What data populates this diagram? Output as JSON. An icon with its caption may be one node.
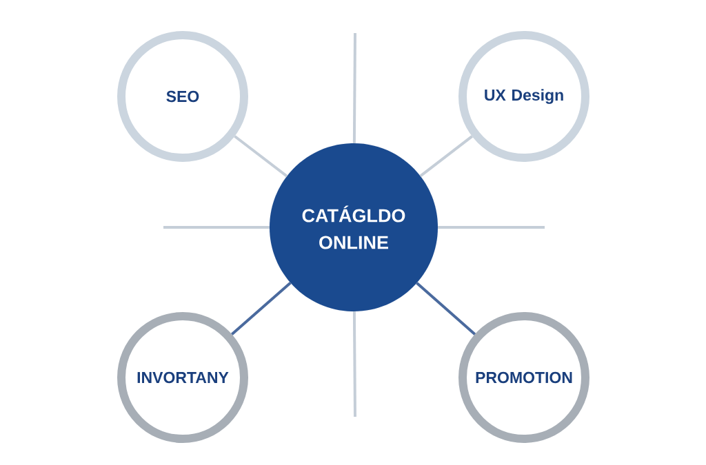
{
  "diagram": {
    "nodes": [
      {
        "text": [
          "CATÁGLDO ONLINE"
        ]
      },
      {
        "text": [
          "SEO"
        ]
      },
      {
        "text": [
          "UX Design"
        ]
      },
      {
        "text": [
          "INVORTANY"
        ]
      },
      {
        "text": [
          "PROMOTION"
        ]
      }
    ],
    "edges": [
      {
        "from": 0,
        "to": 1,
        "arrow": "none"
      },
      {
        "from": 0,
        "to": 2,
        "arrow": "none"
      },
      {
        "from": 0,
        "to": 3,
        "arrow": "none",
        "color": "#4a6a9e"
      },
      {
        "from": 0,
        "to": 4,
        "arrow": "none",
        "color": "#4a6a9e"
      },
      {
        "from": 0,
        "to": null,
        "arrow": "none"
      },
      {
        "from": 0,
        "to": null,
        "arrow": "none"
      },
      {
        "from": 0,
        "to": null,
        "arrow": "none"
      },
      {
        "from": 0,
        "to": null,
        "arrow": "none"
      }
    ]
  }
}
